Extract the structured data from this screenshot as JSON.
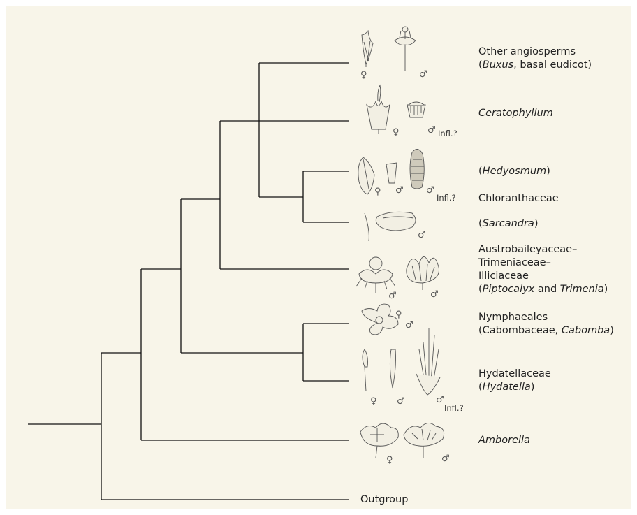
{
  "taxa": {
    "other_angiosperms": {
      "line1": "Other angiosperms",
      "line2_pre": "(",
      "line2_italic": "Buxus",
      "line2_post": ", basal eudicot)"
    },
    "ceratophyllum": {
      "italic": "Ceratophyllum"
    },
    "hedyosmum": {
      "pre": "(",
      "italic": "Hedyosmum",
      "post": ")"
    },
    "chloranthaceae": {
      "label": "Chloranthaceae"
    },
    "sarcandra": {
      "pre": "(",
      "italic": "Sarcandra",
      "post": ")"
    },
    "austrobaileyaceae": {
      "line1": "Austrobaileyaceae–",
      "line2": "Trimeniaceae–",
      "line3": "Illiciaceae",
      "line4_pre": "(",
      "line4_italic1": "Piptocalyx",
      "line4_mid": " and ",
      "line4_italic2": "Trimenia",
      "line4_post": ")"
    },
    "nymphaeales": {
      "line1": "Nymphaeales",
      "line2_pre": "(Cabombaceae, ",
      "line2_italic": "Cabomba",
      "line2_post": ")"
    },
    "hydatellaceae": {
      "line1": "Hydatellaceae",
      "line2_pre": "(",
      "line2_italic": "Hydatella",
      "line2_post": ")"
    },
    "amborella": {
      "italic": "Amborella"
    },
    "outgroup": {
      "label": "Outgroup"
    }
  },
  "annotations": {
    "infl_ceratophyllum": "Infl.?",
    "infl_chloranthaceae": "Infl.?",
    "infl_hydatella": "Infl.?"
  },
  "symbols": {
    "female": "♀",
    "male": "♂"
  },
  "colors": {
    "background": "#f8f5e9",
    "branch": "#111111",
    "drawing": "#555555"
  }
}
